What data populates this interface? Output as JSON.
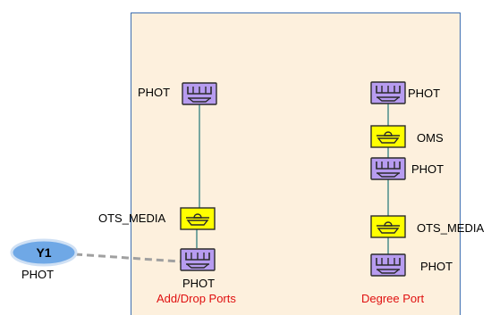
{
  "colors": {
    "panel_fill": "#fdf0dd",
    "panel_border": "#3f6fb0",
    "phot_fill": "#b79cf0",
    "oms_fill": "#ffff00",
    "link": "#2f7f7f",
    "badge_fill": "#6fa8e6",
    "dashed": "#a0a0a0",
    "section_label": "#e01010"
  },
  "labels": {
    "phot": "PHOT",
    "oms": "OMS",
    "ots_media": "OTS_MEDIA",
    "add_drop": "Add/Drop Ports",
    "degree": "Degree Port",
    "y1": "Y1",
    "y1_sub": "PHOT"
  },
  "icons": {
    "phot": "port-phot-icon",
    "oms": "port-oms-icon",
    "ots_media": "port-ots-media-icon",
    "y1": "ellipse-badge-icon"
  }
}
